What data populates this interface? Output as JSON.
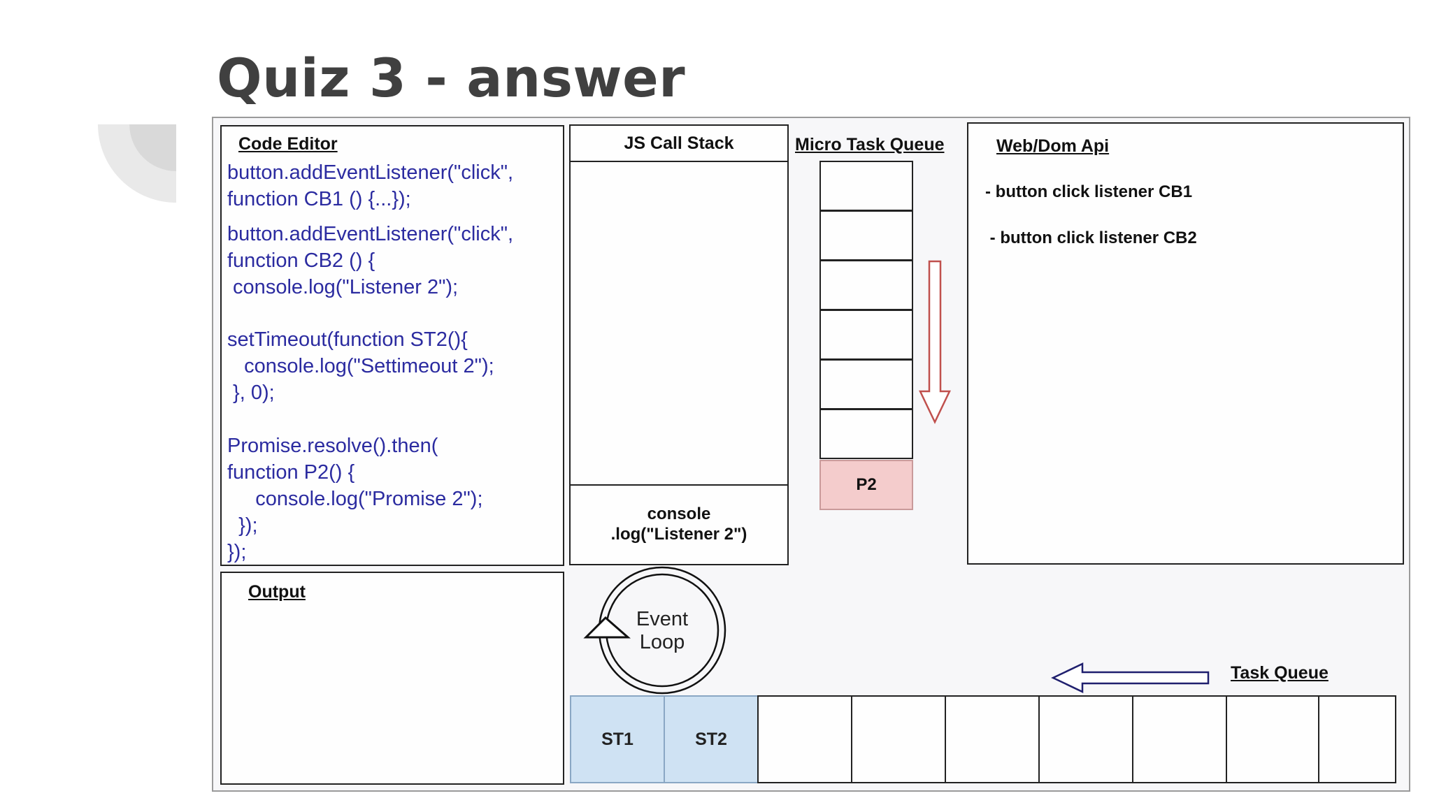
{
  "title": "Quiz 3 - answer",
  "code_editor": {
    "heading": "Code Editor",
    "lines": [
      "button.addEventListener(\"click\",",
      "function CB1 () {...});",
      "button.addEventListener(\"click\",",
      "function CB2 () {",
      " console.log(\"Listener 2\");",
      "setTimeout(function ST2(){",
      "   console.log(\"Settimeout 2\");",
      " }, 0);",
      "Promise.resolve().then(",
      "function P2() {",
      "     console.log(\"Promise 2\");",
      "  });",
      "});"
    ]
  },
  "output": {
    "heading": "Output"
  },
  "call_stack": {
    "heading": "JS Call Stack",
    "item_line1": "console",
    "item_line2": ".log(\"Listener 2\")"
  },
  "micro_task_queue": {
    "heading": "Micro Task Queue",
    "cells": [
      "",
      "",
      "",
      "",
      "",
      "",
      "P2"
    ]
  },
  "web_api": {
    "heading": "Web/Dom Api",
    "items": [
      "- button click listener CB1",
      " - button click listener CB2"
    ]
  },
  "event_loop": {
    "line1": "Event",
    "line2": "Loop"
  },
  "task_queue": {
    "heading": "Task Queue",
    "cells": [
      "ST1",
      "ST2",
      "",
      "",
      "",
      "",
      "",
      "",
      ""
    ]
  },
  "colors": {
    "code_text": "#2b2ba0",
    "microtask_filled": "#f4cccc",
    "task_filled": "#cfe2f3",
    "microtask_arrow": "#c0504d",
    "task_arrow": "#1f1f6e"
  }
}
